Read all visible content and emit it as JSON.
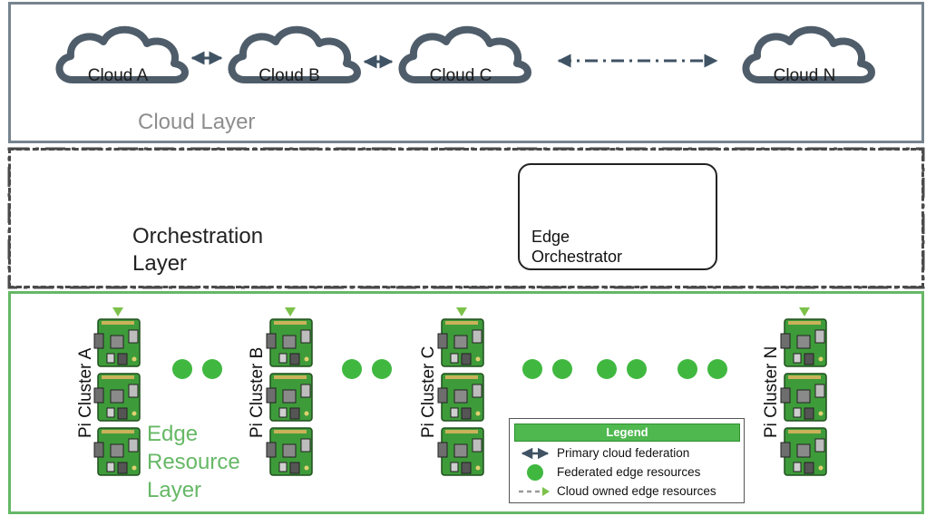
{
  "clouds": [
    {
      "label": "Cloud A"
    },
    {
      "label": "Cloud B"
    },
    {
      "label": "Cloud C"
    },
    {
      "label": "Cloud N"
    }
  ],
  "layers": {
    "cloud": "Cloud Layer",
    "orchestration_line1": "Orchestration",
    "orchestration_line2": "Layer",
    "edge_line1": "Edge",
    "edge_line2": "Resource",
    "edge_line3": "Layer"
  },
  "orchestrator": {
    "line1": "Edge",
    "line2": "Orchestrator"
  },
  "clusters": [
    {
      "label": "Pi Cluster A"
    },
    {
      "label": "Pi Cluster B"
    },
    {
      "label": "Pi Cluster C"
    },
    {
      "label": "Pi Cluster N"
    }
  ],
  "legend": {
    "title": "Legend",
    "items": [
      {
        "label": "Primary cloud federation"
      },
      {
        "label": "Federated edge resources"
      },
      {
        "label": "Cloud owned edge resources"
      }
    ]
  },
  "colors": {
    "cloud_stroke": "#4f5d6a",
    "federation_arrow": "#3f5364",
    "edge_green": "#66b866",
    "dot_green": "#40b840",
    "gear": "#3a3a3a"
  }
}
